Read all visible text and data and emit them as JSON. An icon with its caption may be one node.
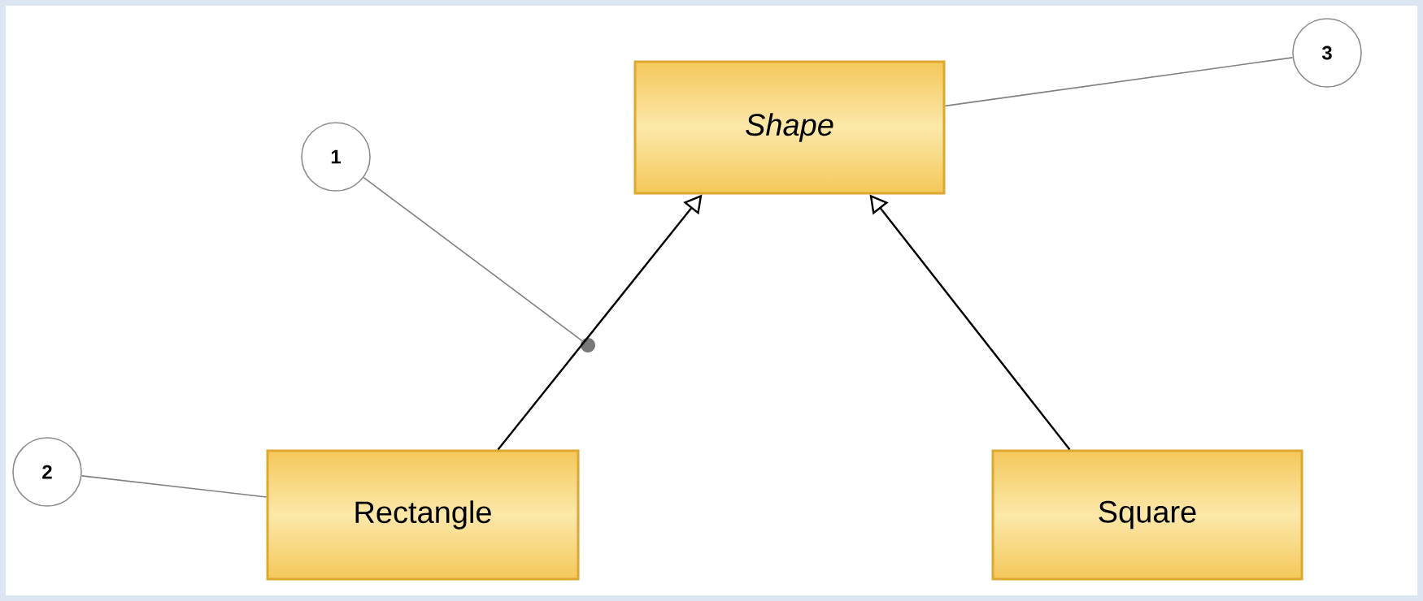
{
  "diagram": {
    "nodes": [
      {
        "text": [
          "Shape"
        ]
      },
      {
        "text": [
          "1"
        ]
      },
      {
        "text": [],
        "shape": "circle"
      },
      {
        "text": [
          "2"
        ]
      },
      {
        "text": [
          "Rectangle"
        ]
      },
      {
        "text": [
          "Square"
        ]
      },
      {
        "text": [
          "3"
        ]
      }
    ],
    "edges": [
      {
        "from": 4,
        "to": 0,
        "arrow": "to",
        "color": "#000000"
      },
      {
        "from": 5,
        "to": 0,
        "arrow": "to",
        "color": "#000000"
      },
      {
        "from": 1,
        "to": 2,
        "arrow": "none"
      },
      {
        "from": 3,
        "to": 4,
        "arrow": "none"
      },
      {
        "from": 6,
        "to": 0,
        "arrow": "none"
      }
    ]
  }
}
